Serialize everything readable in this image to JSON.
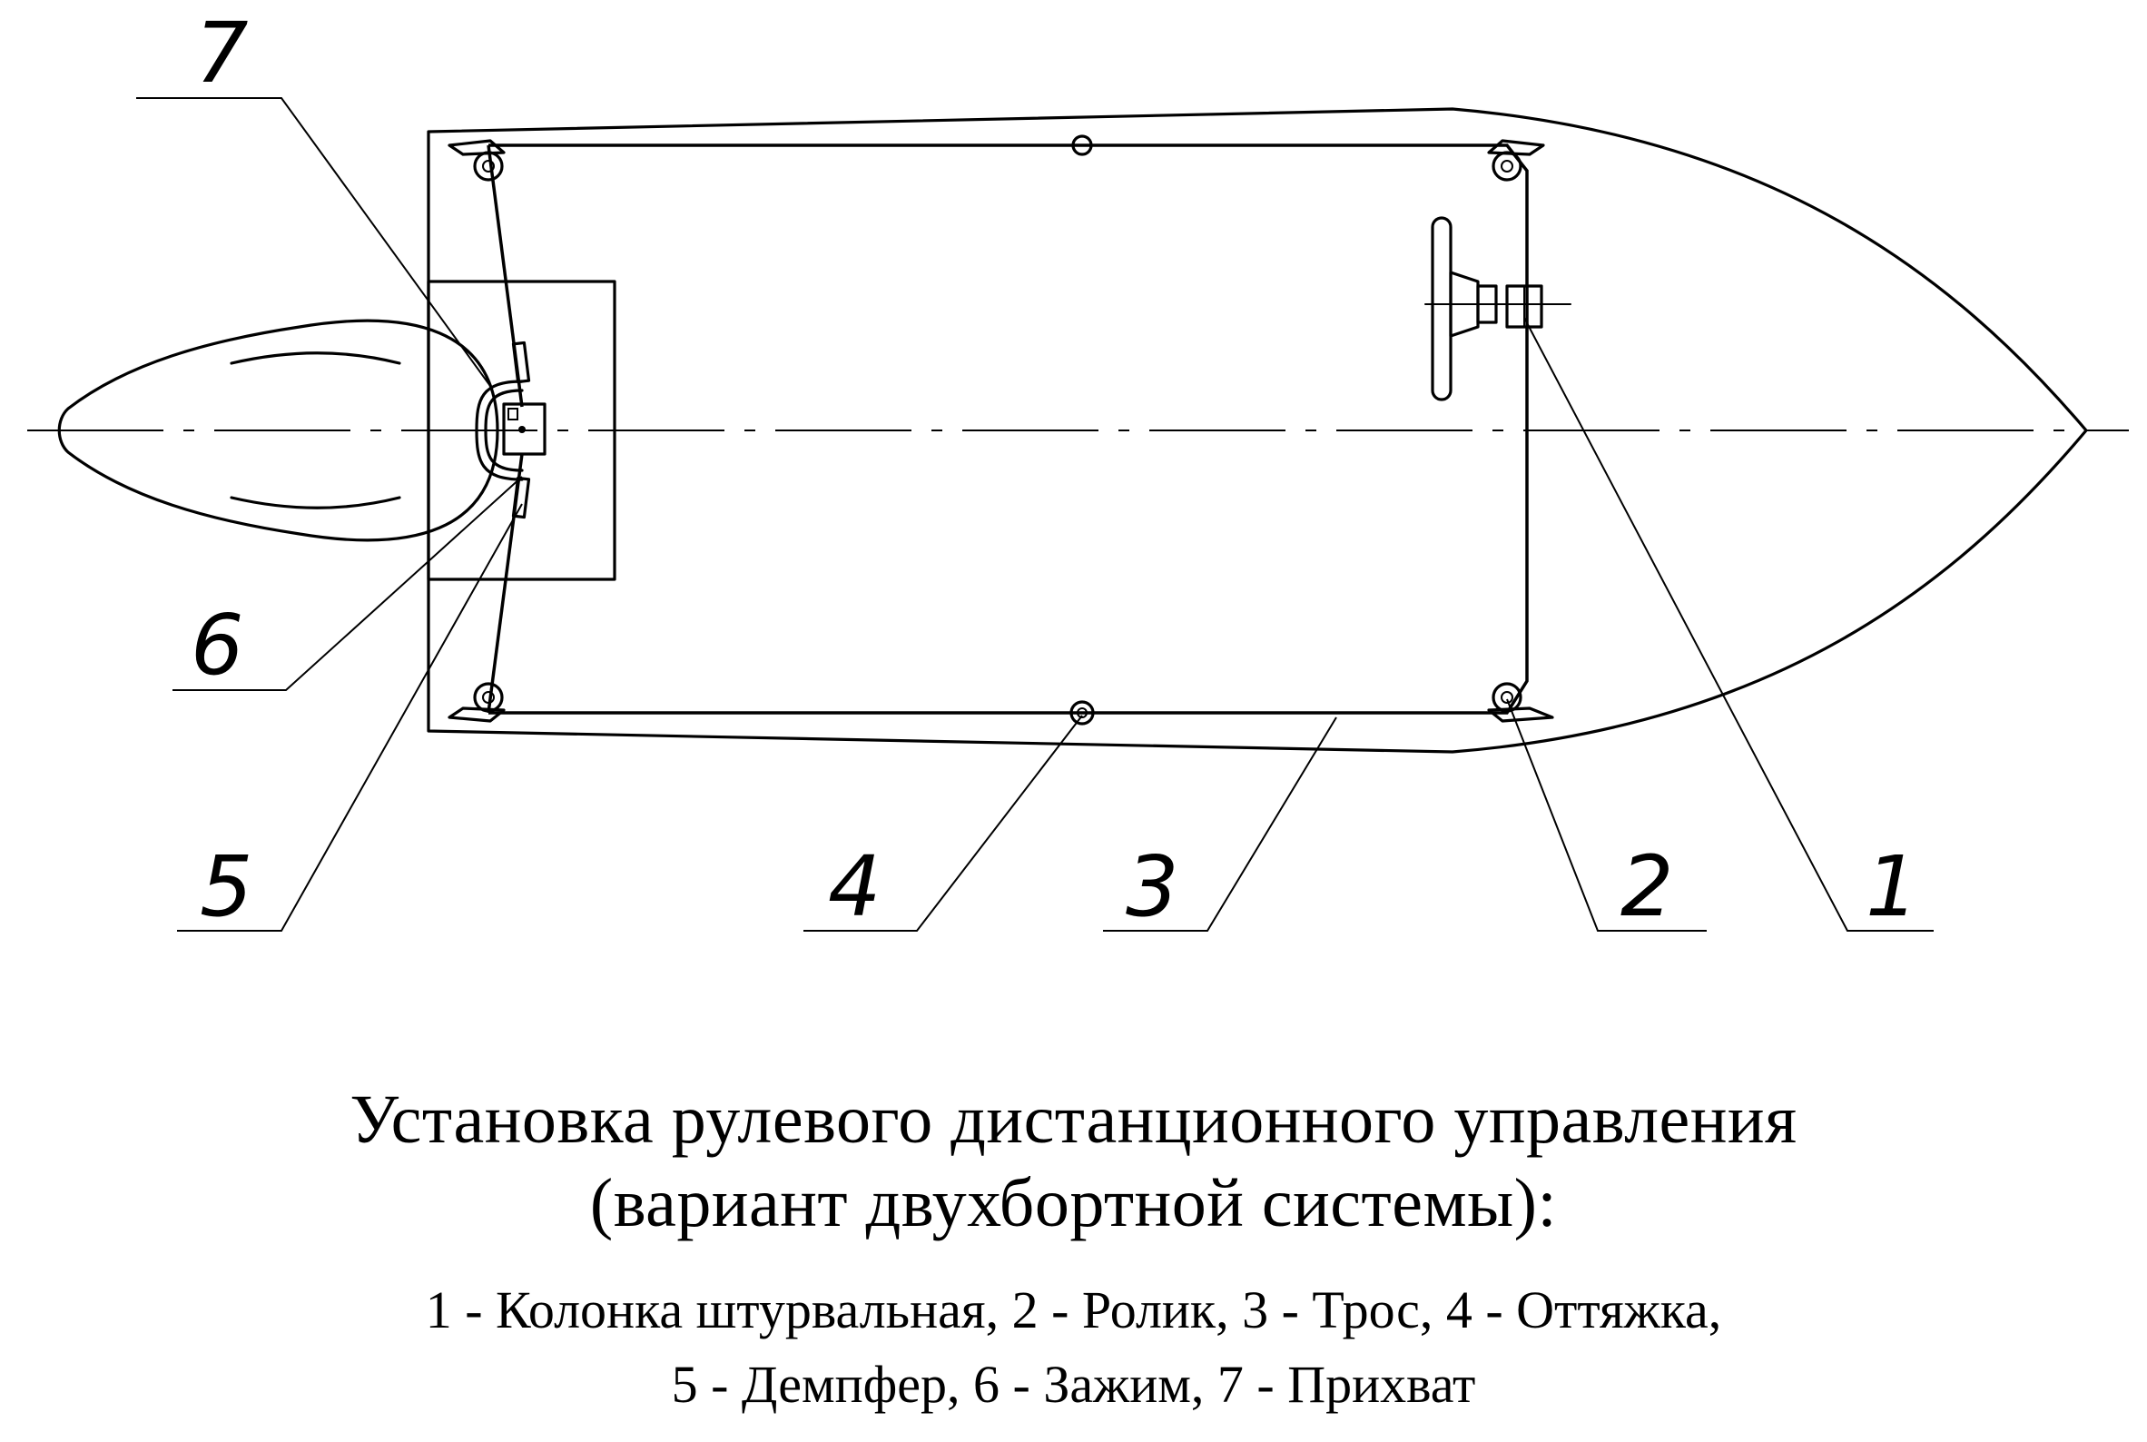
{
  "callouts": [
    {
      "number": "1",
      "part": "Колонка штурвальная"
    },
    {
      "number": "2",
      "part": "Ролик"
    },
    {
      "number": "3",
      "part": "Трос"
    },
    {
      "number": "4",
      "part": "Оттяжка"
    },
    {
      "number": "5",
      "part": "Демпфер"
    },
    {
      "number": "6",
      "part": "Зажим"
    },
    {
      "number": "7",
      "part": "Прихват"
    }
  ],
  "caption": {
    "title": "Установка рулевого дистанционного управления",
    "subtitle": "(вариант двухбортной системы):",
    "legend_line_1": "1 - Колонка штурвальная, 2 - Ролик, 3 - Трос, 4 - Оттяжка,",
    "legend_line_2": "5 - Демпфер, 6 - Зажим, 7 - Прихват"
  }
}
